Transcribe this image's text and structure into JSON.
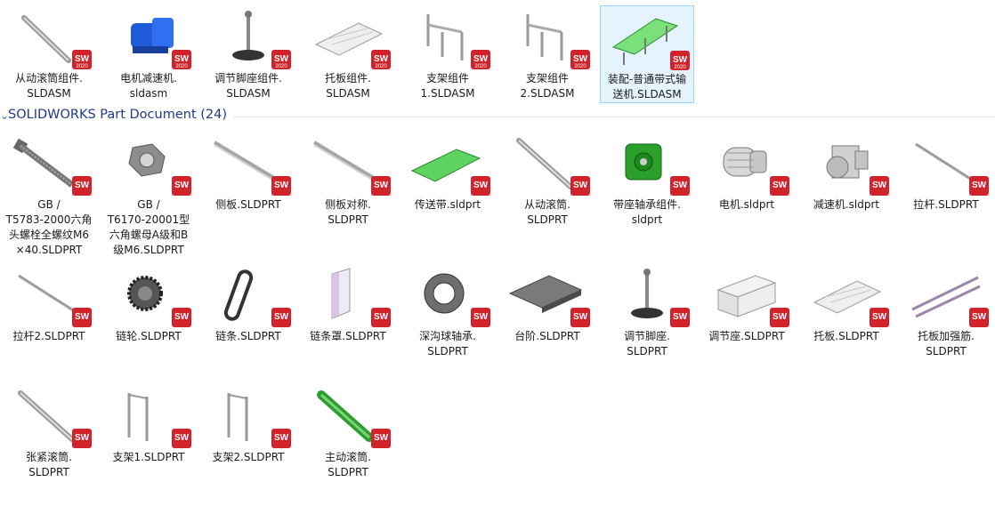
{
  "group": {
    "title": "SOLIDWORKS Part Document (24)"
  },
  "assemblies": [
    {
      "line1": "从动滚筒组件.",
      "line2": "SLDASM",
      "icon": "roller-assembly-icon"
    },
    {
      "line1": "电机减速机.",
      "line2": "sldasm",
      "icon": "motor-reducer-icon"
    },
    {
      "line1": "调节脚座组件.",
      "line2": "SLDASM",
      "icon": "adjusting-foot-icon"
    },
    {
      "line1": "托板组件.",
      "line2": "SLDASM",
      "icon": "pallet-plate-icon"
    },
    {
      "line1": "支架组件",
      "line2": "1.SLDASM",
      "icon": "bracket-frame-icon"
    },
    {
      "line1": "支架组件",
      "line2": "2.SLDASM",
      "icon": "bracket-frame-icon"
    },
    {
      "line1": "装配-普通带式输",
      "line2": "送机.SLDASM",
      "icon": "belt-conveyor-icon"
    }
  ],
  "parts": [
    {
      "lines": [
        "GB /",
        "T5783-2000六角",
        "头螺栓全螺纹M6",
        "×40.SLDPRT"
      ],
      "icon": "bolt-icon"
    },
    {
      "lines": [
        "GB /",
        "T6170-20001型",
        "六角螺母A级和B",
        "级M6.SLDPRT"
      ],
      "icon": "hex-nut-icon"
    },
    {
      "lines": [
        "侧板.SLDPRT"
      ],
      "icon": "side-plate-icon"
    },
    {
      "lines": [
        "侧板对称.",
        "SLDPRT"
      ],
      "icon": "side-plate-icon"
    },
    {
      "lines": [
        "传送带.sldprt"
      ],
      "icon": "belt-icon"
    },
    {
      "lines": [
        "从动滚筒.",
        "SLDPRT"
      ],
      "icon": "roller-icon"
    },
    {
      "lines": [
        "带座轴承组件.",
        "sldprt"
      ],
      "icon": "bearing-housing-icon"
    },
    {
      "lines": [
        "电机.sldprt"
      ],
      "icon": "motor-icon"
    },
    {
      "lines": [
        "减速机.sldprt"
      ],
      "icon": "reducer-icon"
    },
    {
      "lines": [
        "拉杆.SLDPRT"
      ],
      "icon": "rod-icon"
    },
    {
      "lines": [
        "拉杆2.SLDPRT"
      ],
      "icon": "rod-icon"
    },
    {
      "lines": [
        "链轮.SLDPRT"
      ],
      "icon": "sprocket-icon"
    },
    {
      "lines": [
        "链条.SLDPRT"
      ],
      "icon": "chain-icon"
    },
    {
      "lines": [
        "链条罩.SLDPRT"
      ],
      "icon": "chain-cover-icon"
    },
    {
      "lines": [
        "深沟球轴承.",
        "SLDPRT"
      ],
      "icon": "ball-bearing-icon"
    },
    {
      "lines": [
        "台阶.SLDPRT"
      ],
      "icon": "step-block-icon"
    },
    {
      "lines": [
        "调节脚座.",
        "SLDPRT"
      ],
      "icon": "adjusting-foot-icon"
    },
    {
      "lines": [
        "调节座.SLDPRT"
      ],
      "icon": "adjusting-seat-icon"
    },
    {
      "lines": [
        "托板.SLDPRT"
      ],
      "icon": "pallet-plate-icon"
    },
    {
      "lines": [
        "托板加强筋.",
        "SLDPRT"
      ],
      "icon": "rib-icon"
    },
    {
      "lines": [
        "张紧滚筒.",
        "SLDPRT"
      ],
      "icon": "roller-icon"
    },
    {
      "lines": [
        "支架1.SLDPRT"
      ],
      "icon": "bracket-icon"
    },
    {
      "lines": [
        "支架2.SLDPRT"
      ],
      "icon": "bracket-icon"
    },
    {
      "lines": [
        "主动滚筒.",
        "SLDPRT"
      ],
      "icon": "drive-roller-icon"
    }
  ],
  "badges": {
    "assembly_year": "2020",
    "part_text": "SW"
  },
  "colors": {
    "sw_red": "#d0232a",
    "selection": "#e5f3ff",
    "group_title": "#1e3a8a",
    "motor_blue": "#1f5bd8",
    "belt_green": "#5fd35f",
    "bearing_green": "#2aa02a"
  }
}
